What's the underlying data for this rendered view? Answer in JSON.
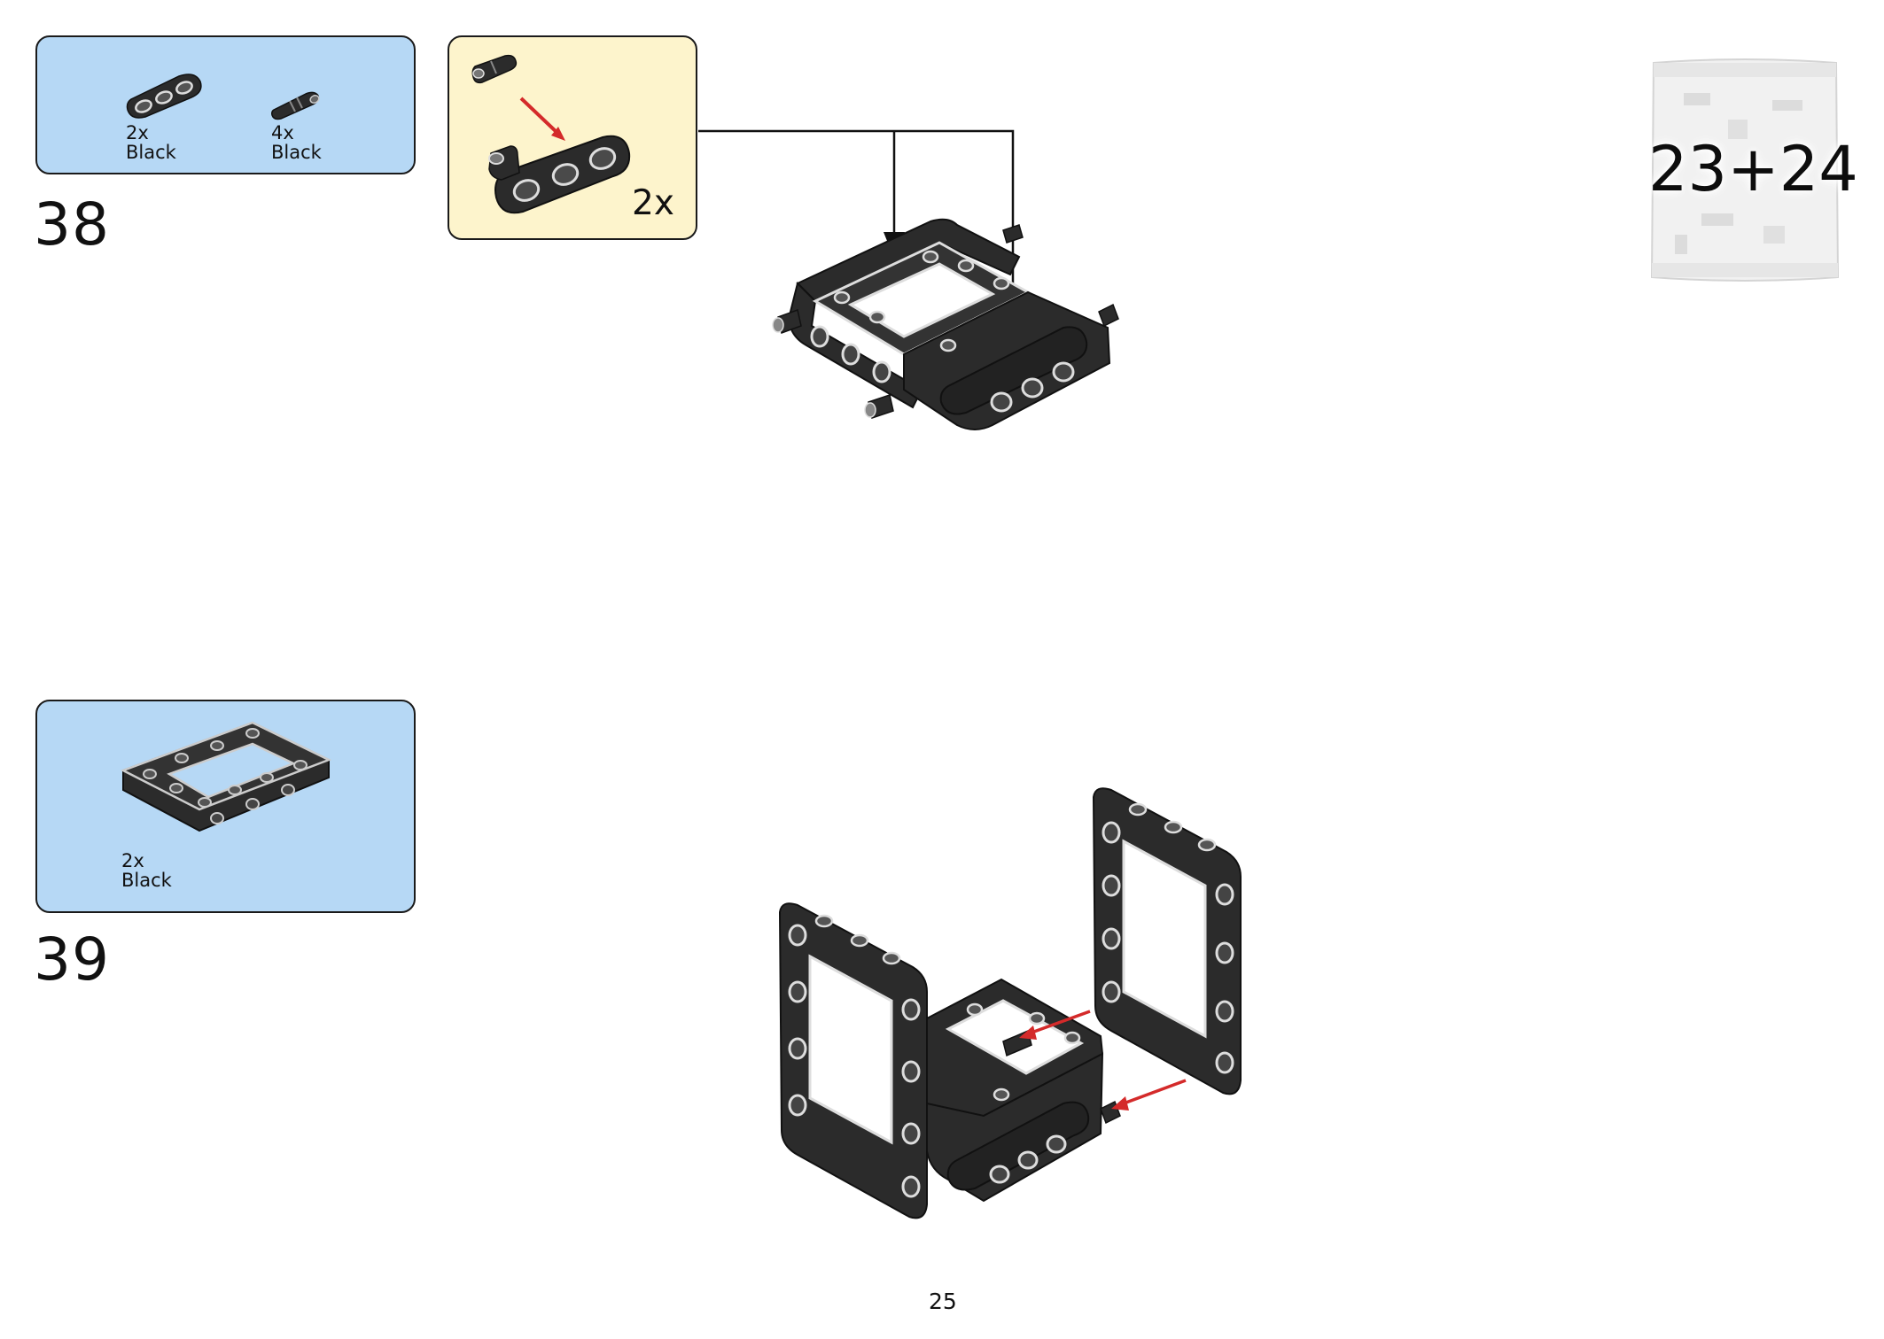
{
  "steps": [
    {
      "number": "38",
      "parts": [
        {
          "qty": "2x",
          "color": "Black",
          "icon": "beam-3-icon"
        },
        {
          "qty": "4x",
          "color": "Black",
          "icon": "pin-icon"
        }
      ],
      "subassembly": {
        "multiplier": "2x"
      }
    },
    {
      "number": "39",
      "parts": [
        {
          "qty": "2x",
          "color": "Black",
          "icon": "frame-5x7-icon"
        }
      ]
    }
  ],
  "bag": {
    "label": "23+24"
  },
  "page_number": "25",
  "colors": {
    "parts_box": "#b6d8f5",
    "subassembly_box": "#fdf4cc",
    "brick_black": "#2b2b2b",
    "arrow_red": "#d42a2a"
  }
}
